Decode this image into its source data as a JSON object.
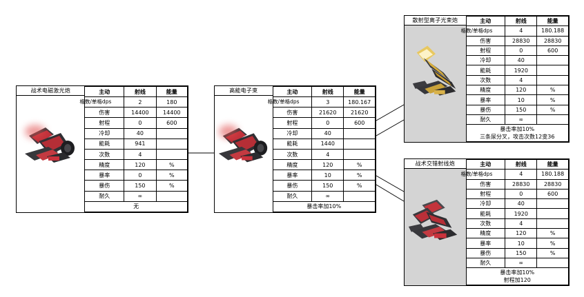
{
  "palette": {
    "active_header_bg": "#000000",
    "active_header_text": "#ff0000",
    "energy_header_bg": "#7fa7d4",
    "highlight_yellow": "#ffff00",
    "highlight_green": "#92d050",
    "dim_text": "#a6a6a6",
    "image_panel_white": "#ffffff",
    "image_panel_gray": "#d4d4d4"
  },
  "columns": {
    "active": "主动",
    "ray": "射线",
    "energy": "能量"
  },
  "row_labels": {
    "dps": "格数/单格dps",
    "damage": "伤害",
    "range": "射程",
    "cooldown": "冷却",
    "energy_cost": "能耗",
    "count": "次数",
    "accuracy": "精度",
    "crit_rate": "暴率",
    "crit_damage": "暴伤",
    "durability": "耐久"
  },
  "cards": [
    {
      "id": "tactical-electromagnetic-laser-cannon",
      "title": "战术电磁激光炮",
      "image_bg": "white",
      "ship_color": "red",
      "rows": {
        "dps": {
          "ray": "2",
          "energy": "180"
        },
        "damage": {
          "ray": "14400",
          "energy": "14400"
        },
        "range": {
          "ray": "0",
          "energy": "600"
        },
        "cooldown": {
          "ray": "40",
          "energy": ""
        },
        "energy_cost": {
          "ray": "941",
          "energy": ""
        },
        "count": {
          "ray": "4",
          "energy": ""
        },
        "accuracy": {
          "ray": "120",
          "energy": "%"
        },
        "crit_rate": {
          "ray": "0",
          "energy": "%"
        },
        "crit_damage": {
          "ray": "150",
          "energy": "%"
        },
        "durability": {
          "ray": "∞",
          "energy": ""
        }
      },
      "crit_highlight": false,
      "footer": [
        "无"
      ]
    },
    {
      "id": "high-energy-electron-beam",
      "title": "高能电子束",
      "image_bg": "white",
      "ship_color": "red",
      "rows": {
        "dps": {
          "ray": "3",
          "energy": "180.167"
        },
        "damage": {
          "ray": "21620",
          "energy": "21620"
        },
        "range": {
          "ray": "0",
          "energy": "600"
        },
        "cooldown": {
          "ray": "40",
          "energy": ""
        },
        "energy_cost": {
          "ray": "1440",
          "energy": ""
        },
        "count": {
          "ray": "4",
          "energy": ""
        },
        "accuracy": {
          "ray": "120",
          "energy": "%"
        },
        "crit_rate": {
          "ray": "10",
          "energy": "%"
        },
        "crit_damage": {
          "ray": "150",
          "energy": "%"
        },
        "durability": {
          "ray": "∞",
          "energy": ""
        }
      },
      "crit_highlight": true,
      "footer": [
        "暴击率加10%"
      ]
    },
    {
      "id": "scatter-ion-beam-cannon",
      "title": "散射型离子光束炮",
      "image_bg": "gray",
      "ship_color": "gold",
      "rows": {
        "dps": {
          "ray": "4",
          "energy": "180.188"
        },
        "damage": {
          "ray": "28830",
          "energy": "28830"
        },
        "range": {
          "ray": "0",
          "energy": "600"
        },
        "cooldown": {
          "ray": "40",
          "energy": ""
        },
        "energy_cost": {
          "ray": "1920",
          "energy": ""
        },
        "count": {
          "ray": "4",
          "energy": ""
        },
        "accuracy": {
          "ray": "120",
          "energy": "%"
        },
        "crit_rate": {
          "ray": "10",
          "energy": "%"
        },
        "crit_damage": {
          "ray": "150",
          "energy": "%"
        },
        "durability": {
          "ray": "∞",
          "energy": ""
        }
      },
      "crit_highlight": true,
      "footer": [
        "暴击率加10%",
        "三条尿分叉，攻击次数12变36"
      ]
    },
    {
      "id": "tactical-interlaced-ray-cannon",
      "title": "战术交错射线炮",
      "image_bg": "gray",
      "ship_color": "red",
      "rows": {
        "dps": {
          "ray": "4",
          "energy": "180.188"
        },
        "damage": {
          "ray": "28830",
          "energy": "28830"
        },
        "range": {
          "ray": "0",
          "energy": "600"
        },
        "cooldown": {
          "ray": "40",
          "energy": ""
        },
        "energy_cost": {
          "ray": "1920",
          "energy": ""
        },
        "count": {
          "ray": "4",
          "energy": ""
        },
        "accuracy": {
          "ray": "120",
          "energy": "%"
        },
        "crit_rate": {
          "ray": "10",
          "energy": "%"
        },
        "crit_damage": {
          "ray": "150",
          "energy": "%"
        },
        "durability": {
          "ray": "∞",
          "energy": ""
        }
      },
      "crit_highlight": true,
      "footer": [
        "暴击率加10%",
        "射程加120"
      ]
    }
  ]
}
